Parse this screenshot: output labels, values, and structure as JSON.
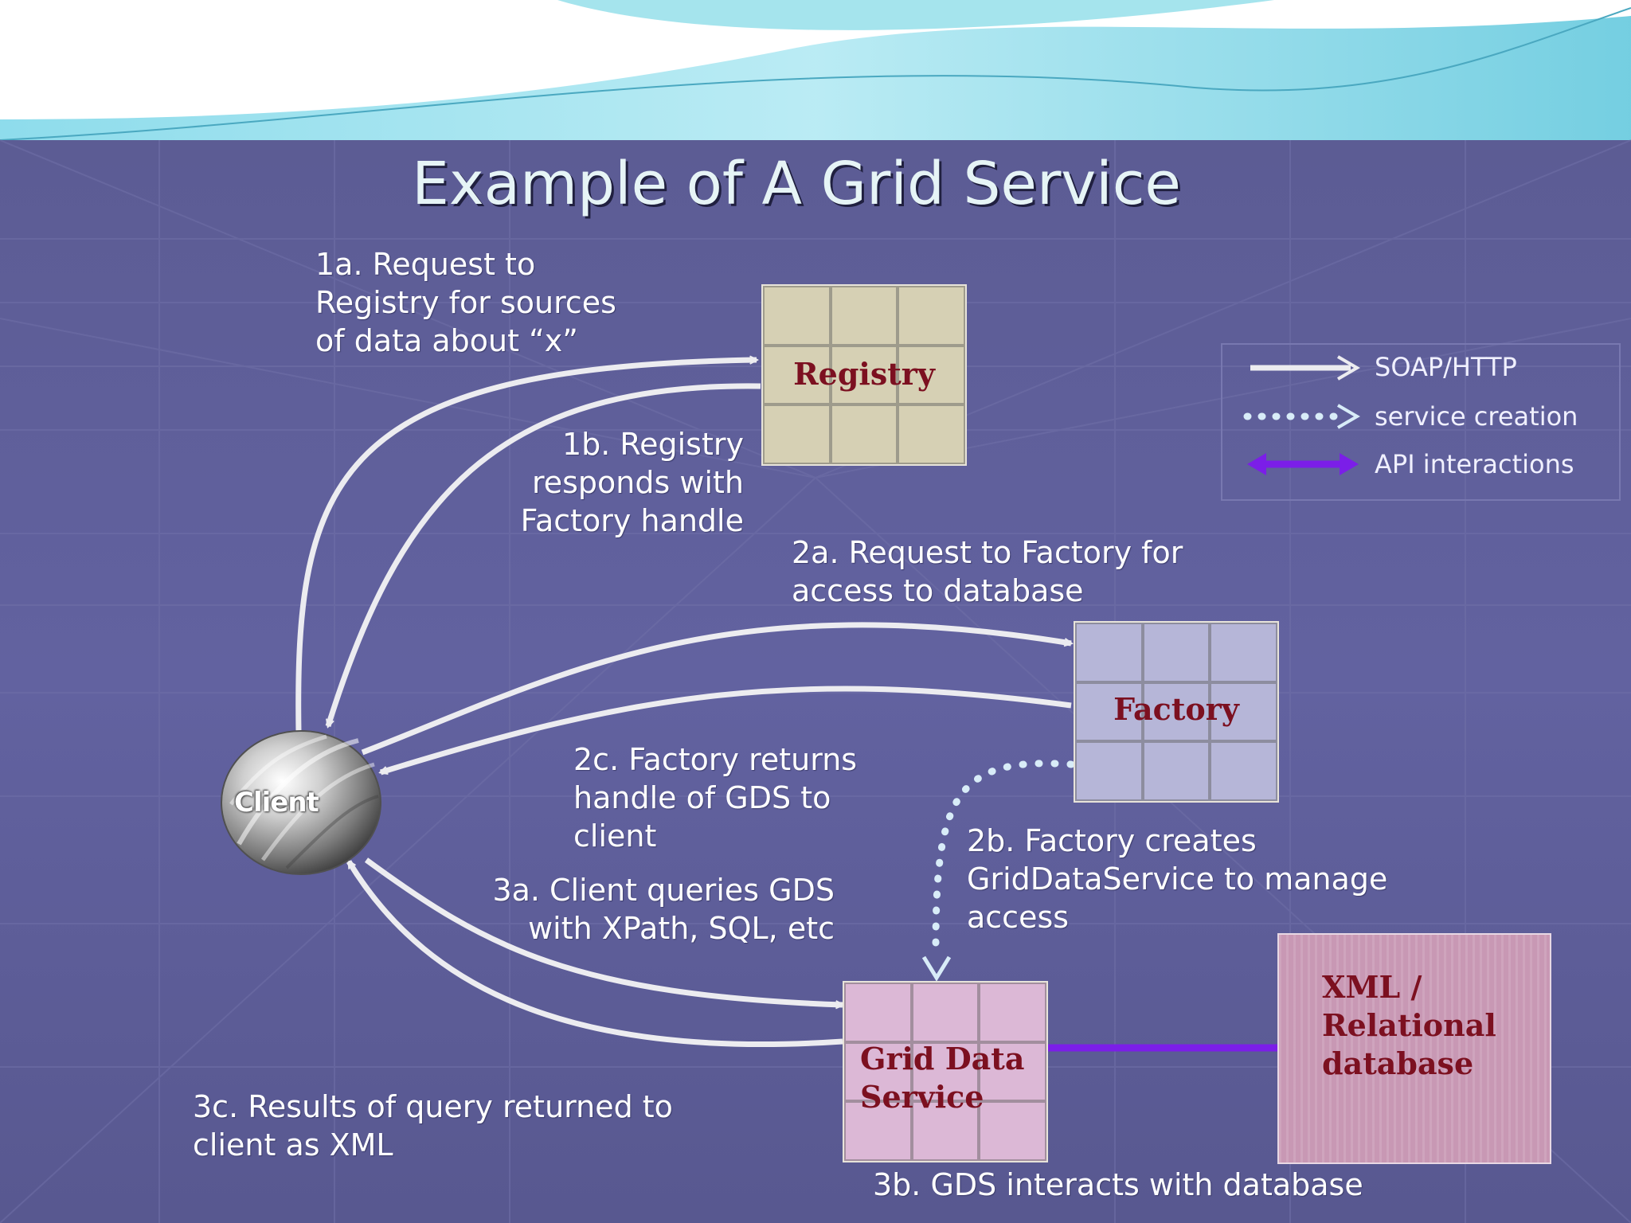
{
  "title": "Example of A Grid Service",
  "nodes": {
    "registry": "Registry",
    "factory": "Factory",
    "gds": "Grid Data\nService",
    "database": "XML /\nRelational\ndatabase",
    "client": "Client"
  },
  "labels": {
    "l1a": "1a. Request to\nRegistry for sources\nof data about “x”",
    "l1b": "1b. Registry\nresponds with\nFactory handle",
    "l2a": "2a. Request to Factory for\naccess to database",
    "l2b": "2b. Factory creates\nGridDataService to manage\naccess",
    "l2c": "2c. Factory returns\nhandle of GDS to\nclient",
    "l3a": "3a. Client queries GDS\nwith XPath, SQL, etc",
    "l3b": "3b. GDS interacts with database",
    "l3c": "3c. Results of query returned to\nclient as XML"
  },
  "legend": {
    "soap": "SOAP/HTTP",
    "creation": "service creation",
    "api": "API interactions"
  },
  "colors": {
    "background": "#5a5a92",
    "arrow": "#ececf0",
    "dotted": "#d8ecf8",
    "api": "#7b1ee8",
    "node_text": "#7c1020"
  }
}
